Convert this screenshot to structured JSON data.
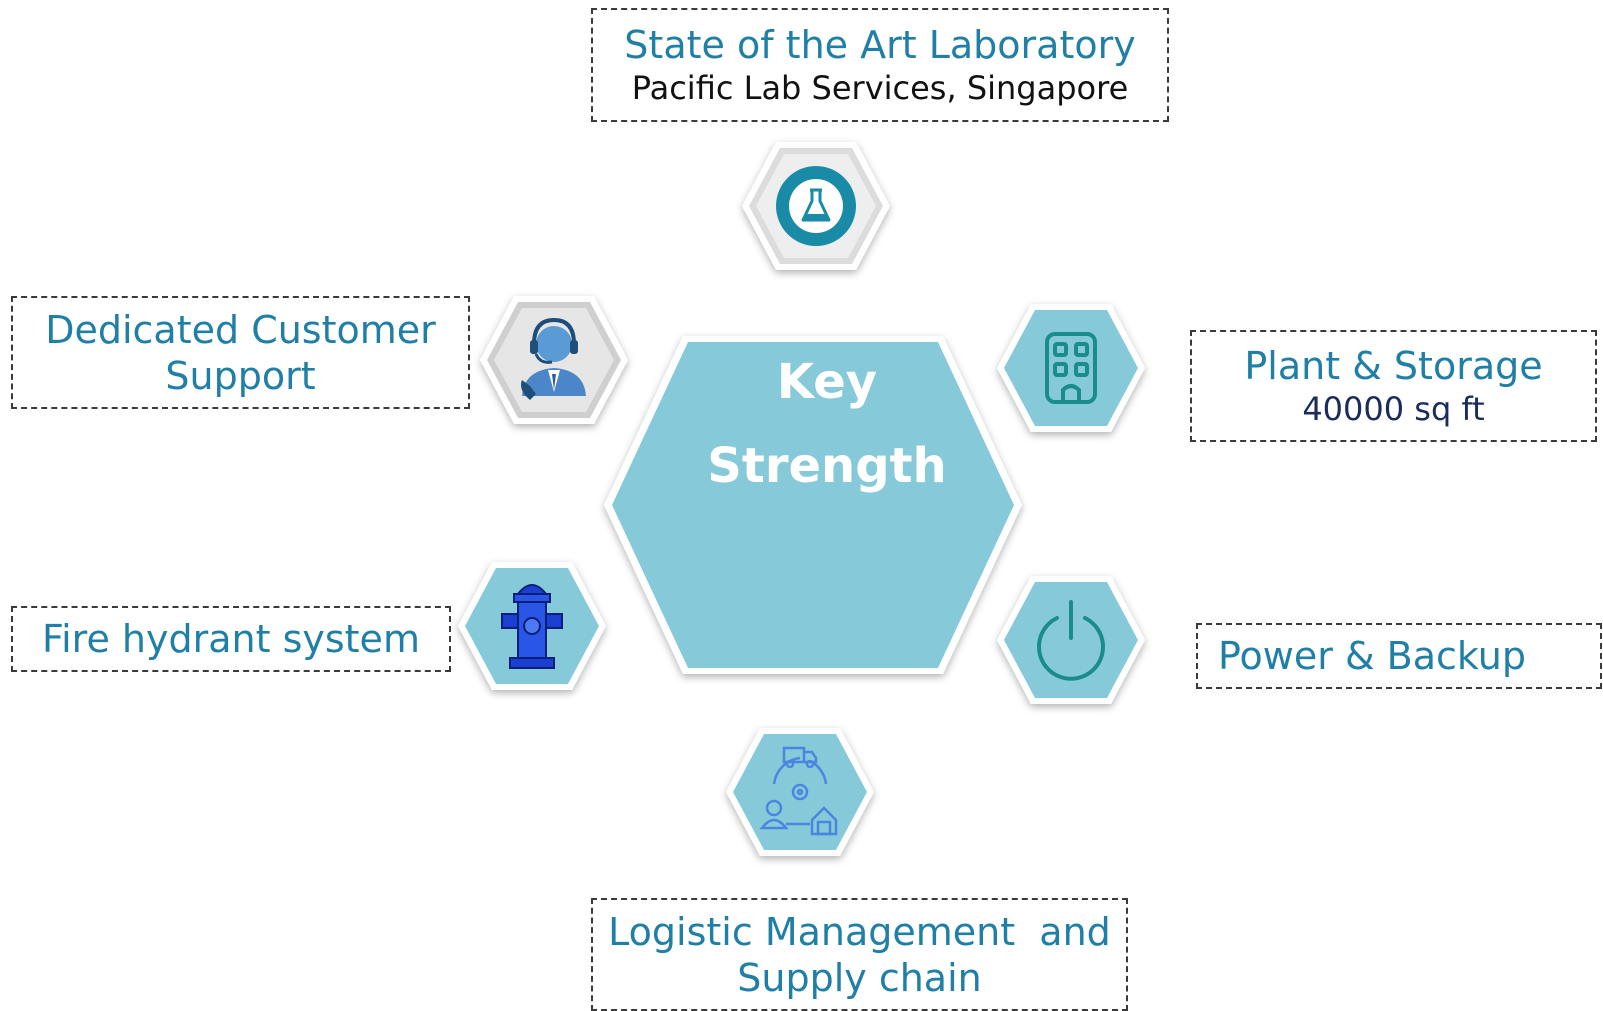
{
  "center": {
    "line1": "Key",
    "line2": "Strength"
  },
  "items": {
    "laboratory": {
      "title": "State of the Art Laboratory",
      "subtitle": "Pacific Lab Services, Singapore",
      "icon": "flask-icon"
    },
    "customer_support": {
      "title_line1": "Dedicated Customer",
      "title_line2": "Support",
      "icon": "customer-support-agent-icon"
    },
    "plant_storage": {
      "title": "Plant & Storage",
      "subtitle": "40000 sq ft",
      "icon": "building-icon"
    },
    "fire_hydrant": {
      "title": "Fire hydrant system",
      "icon": "fire-hydrant-icon"
    },
    "power_backup": {
      "title": "Power & Backup",
      "icon": "power-icon"
    },
    "logistics": {
      "title_line1": "Logistic Management  and",
      "title_line2": "Supply chain",
      "icon": "logistics-supply-chain-icon"
    }
  },
  "colors": {
    "hex_fill": "#86cad9",
    "accent_text": "#1f7fa6",
    "icon_teal": "#1b8c8c",
    "lab_ring": "#1a8ba6"
  }
}
